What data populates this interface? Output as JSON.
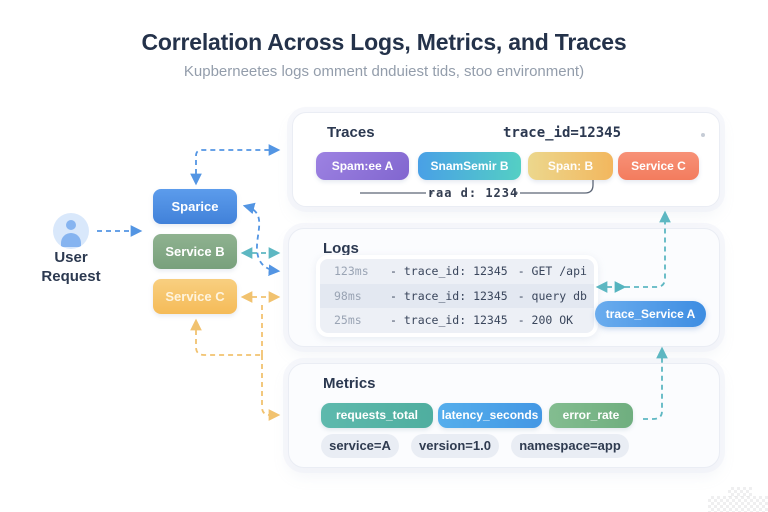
{
  "colors": {
    "arrow-blue": "#4a90e2",
    "arrow-teal": "#55b4bf",
    "arrow-orange": "#f1bf68",
    "accent-navy": "#2b3850"
  },
  "header": {
    "title": "Correlation Across Logs, Metrics, and Traces",
    "subtitle": "Kupberneetes logs omment dnduiest tids, stoo environment)"
  },
  "user": {
    "label": "User Request"
  },
  "services": [
    {
      "label": "Sparice"
    },
    {
      "label": "Service B"
    },
    {
      "label": "Service C"
    }
  ],
  "panels": {
    "traces": {
      "title": "Traces",
      "trace_id": "trace_id=12345",
      "spans": [
        {
          "label": "Spam:ee A"
        },
        {
          "label": "SnamSemir B"
        },
        {
          "label": "Span: B"
        },
        {
          "label": "Service C"
        }
      ],
      "timeline_label": "raa d: 1234"
    },
    "logs": {
      "title": "Logs",
      "rows": [
        {
          "time": "123ms",
          "trace": "- trace_id: 12345",
          "message": "- GET /api"
        },
        {
          "time": "98ms",
          "trace": "- trace_id: 12345",
          "message": "- query db"
        },
        {
          "time": "25ms",
          "trace": "- trace_id: 12345",
          "message": "- 200 OK"
        }
      ],
      "badge": "trace_Service A"
    },
    "metrics": {
      "title": "Metrics",
      "metric_pills": [
        {
          "label": "requests_total"
        },
        {
          "label": "latency_seconds"
        },
        {
          "label": "error_rate"
        }
      ],
      "label_pills": [
        {
          "label": "service=A"
        },
        {
          "label": "version=1.0"
        },
        {
          "label": "namespace=app"
        }
      ]
    }
  }
}
